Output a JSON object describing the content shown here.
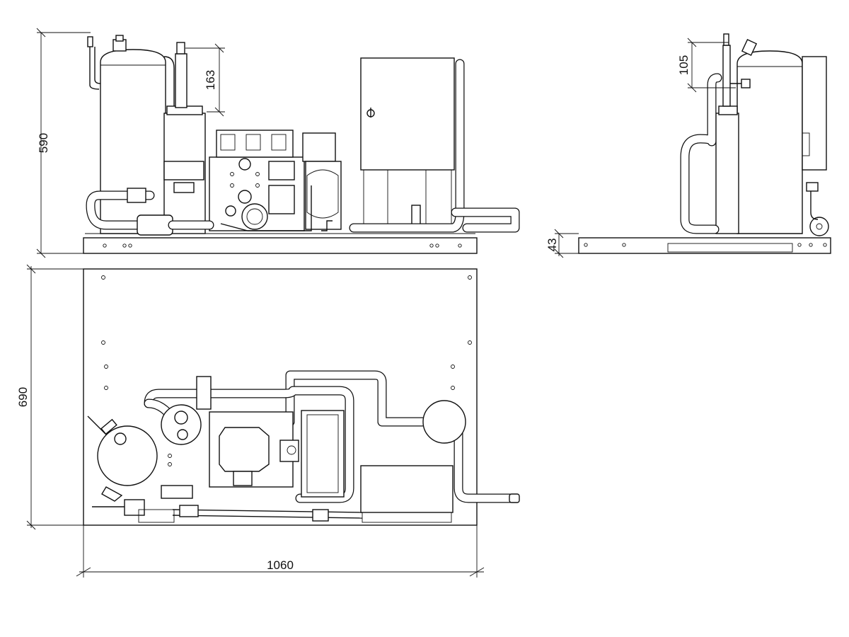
{
  "dimensions": {
    "front_height": "590",
    "pipe_height": "163",
    "plan_depth": "690",
    "plan_width": "1060",
    "side_pipe_height": "105",
    "base_height": "43"
  }
}
